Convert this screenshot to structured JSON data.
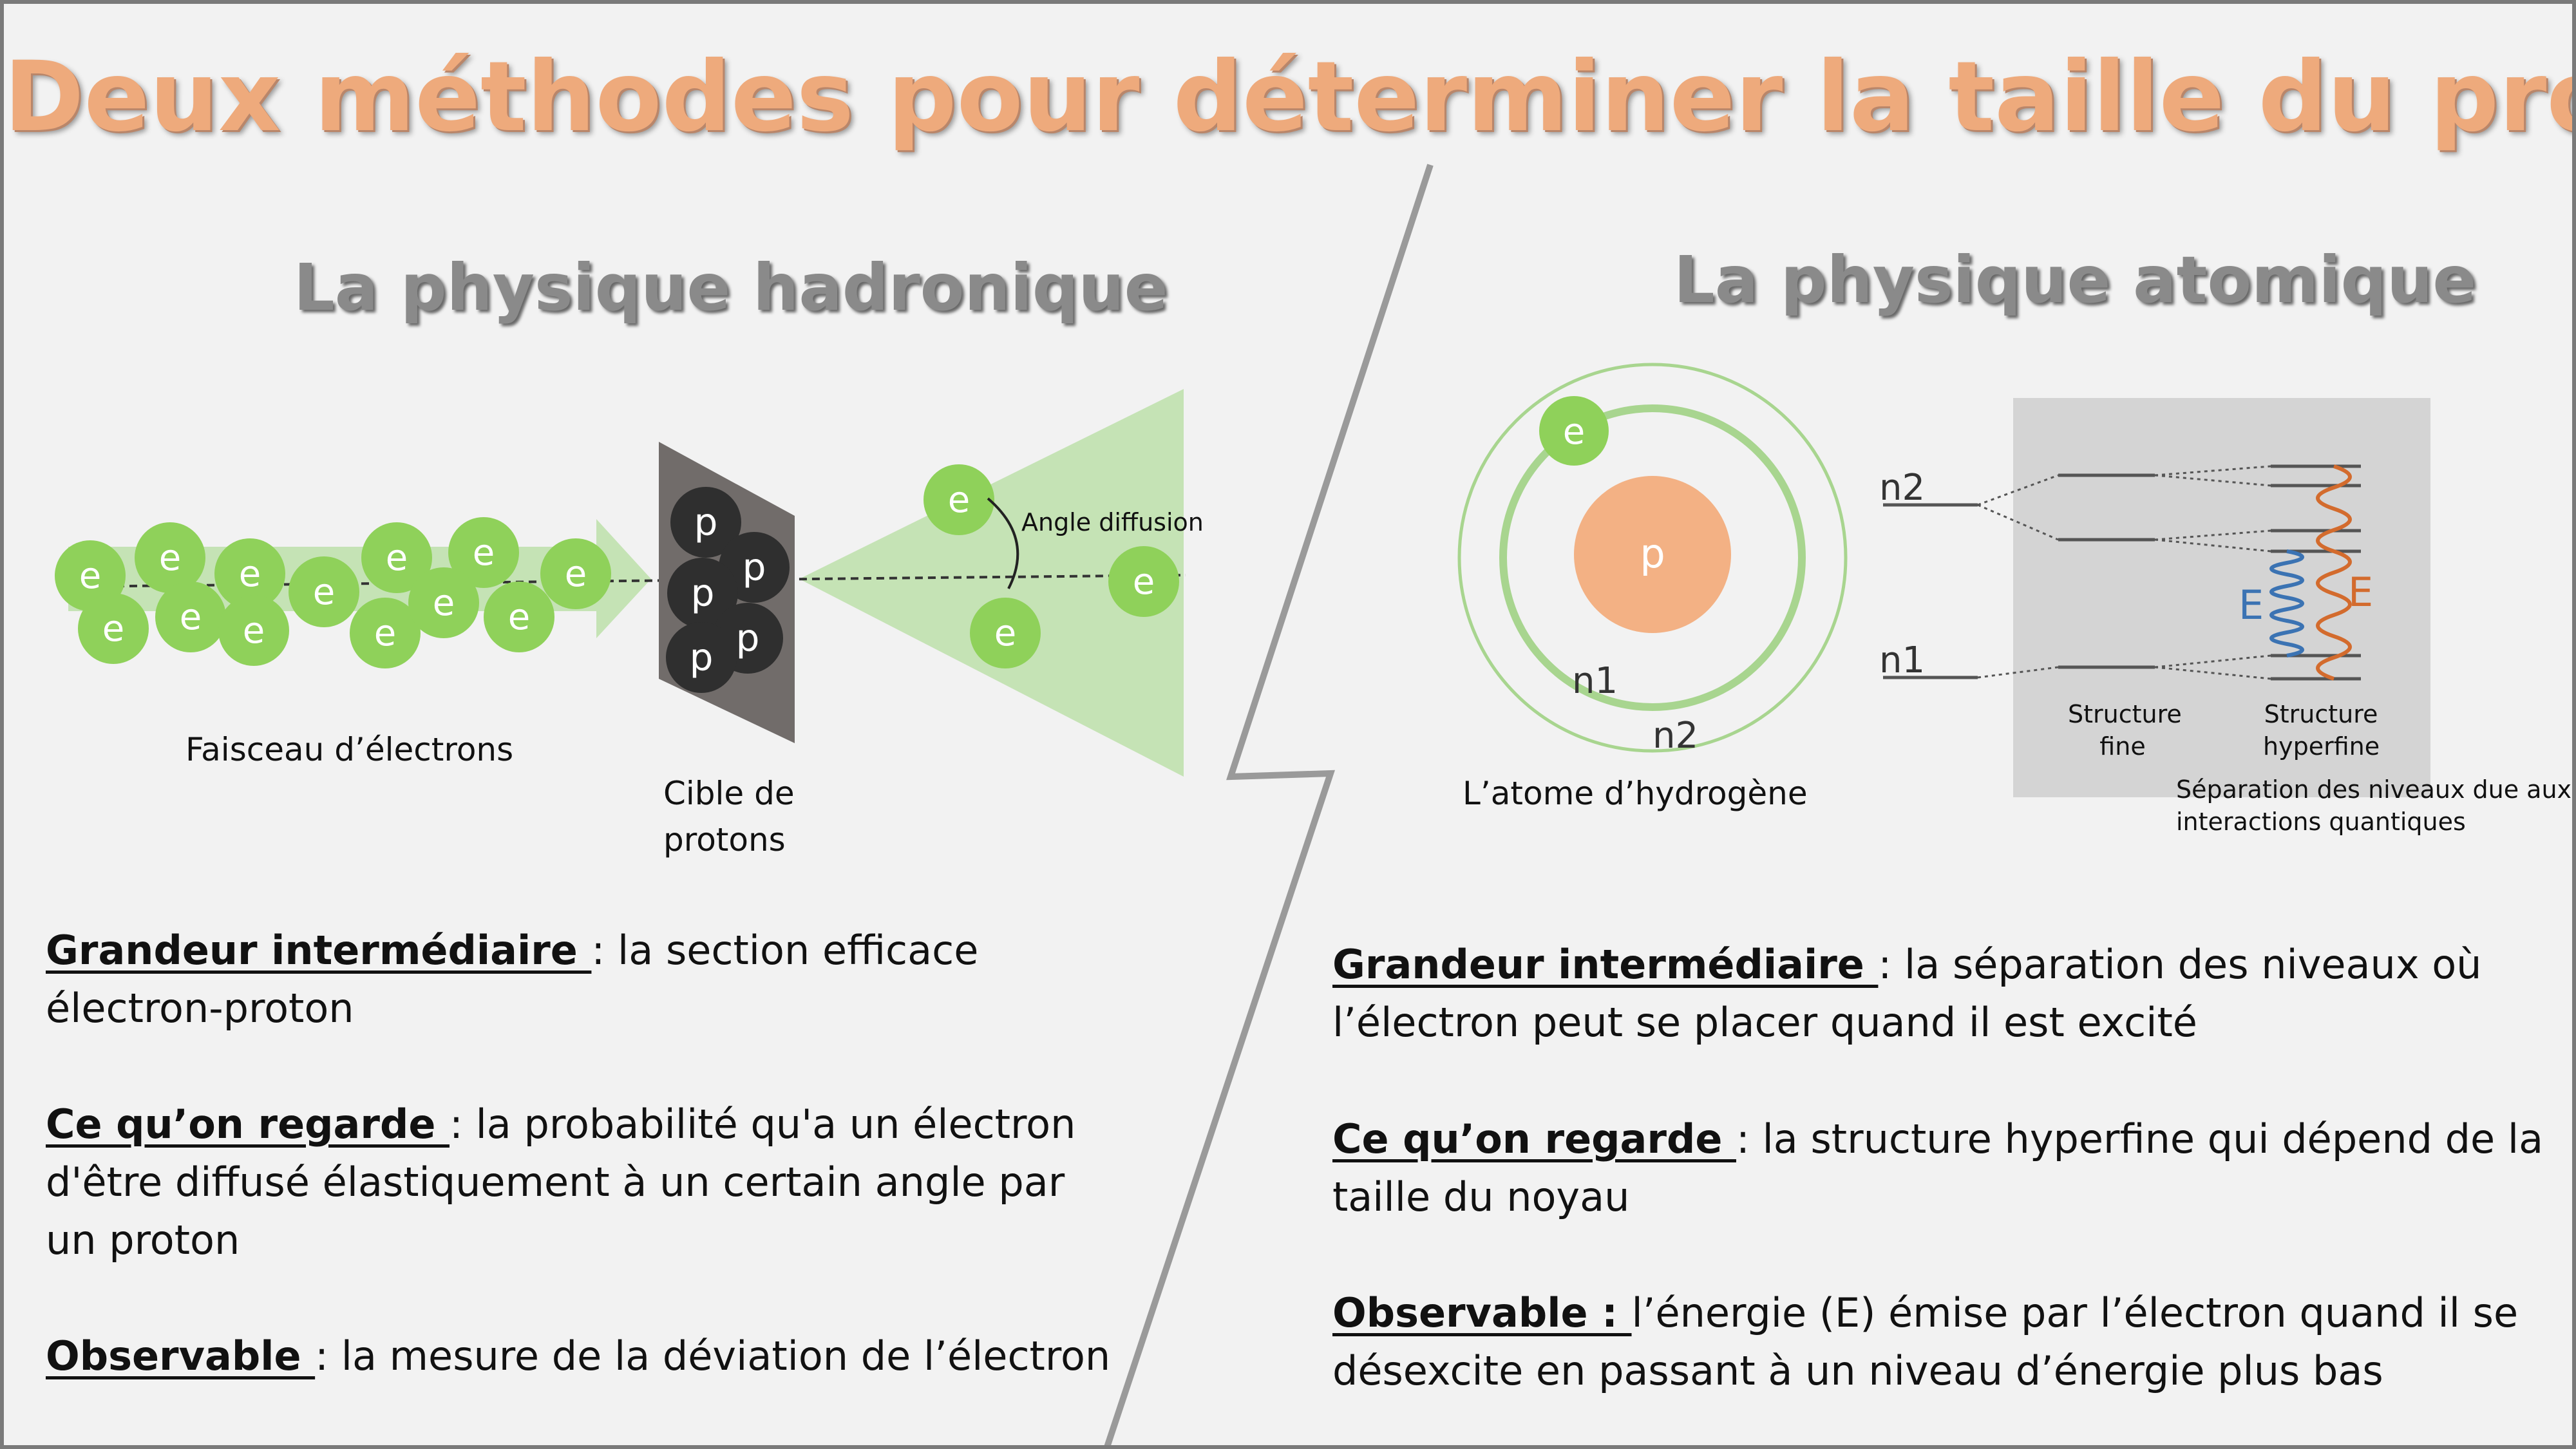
{
  "title": "Deux méthodes pour déterminer la taille du proton",
  "left": {
    "heading": "La physique hadronique",
    "beam_label": "Faisceau d’électrons",
    "target_label_line1": "Cible de",
    "target_label_line2": "protons",
    "angle_label": "Angle diffusion",
    "electron_symbol": "e",
    "proton_symbol": "p",
    "paragraphs": [
      {
        "label": "Grandeur intermédiaire ",
        "lines": [
          ": la section efficace",
          "électron-proton"
        ]
      },
      {
        "label": "Ce qu’on regarde ",
        "lines": [
          ": la probabilité qu'a un électron",
          "d'être diffusé élastiquement à un certain angle par",
          "un proton"
        ]
      },
      {
        "label": "Observable ",
        "lines": [
          ": la mesure de la déviation de l’électron"
        ]
      }
    ]
  },
  "right": {
    "heading": "La physique atomique",
    "atom_label": "L’atome d’hydrogène",
    "nucleus_symbol": "p",
    "electron_symbol": "e",
    "orbit_n1": "n1",
    "orbit_n2": "n2",
    "level_n2": "n2",
    "level_n1": "n1",
    "fine_label_line1": "Structure",
    "fine_label_line2": "fine",
    "hyperfine_label_line1": "Structure",
    "hyperfine_label_line2": "hyperfine",
    "energy_symbol": "E",
    "separation_caption_line1": "Séparation des niveaux due aux",
    "separation_caption_line2": "interactions quantiques",
    "paragraphs": [
      {
        "label": "Grandeur intermédiaire ",
        "lines": [
          ": la séparation des niveaux où",
          "l’électron peut se placer quand il est excité"
        ]
      },
      {
        "label": "Ce qu’on regarde ",
        "lines": [
          ": la structure hyperfine qui dépend de la",
          "taille du noyau"
        ]
      },
      {
        "label": "Observable : ",
        "lines": [
          "l’énergie (E) émise par l’électron quand il se",
          "désexcite en passant à un niveau d’énergie plus bas"
        ]
      }
    ]
  },
  "colors": {
    "title": "#eeaa7c",
    "electron": "#8fd15a",
    "beam": "#c5e3b5",
    "target": "#716c6a",
    "proton_dark": "#2f2f2f",
    "nucleus": "#f3b184",
    "orbit": "#a8d58f",
    "level_box": "#d4d4d4",
    "wave_blue": "#3b73b3",
    "wave_orange": "#d36b2d"
  }
}
